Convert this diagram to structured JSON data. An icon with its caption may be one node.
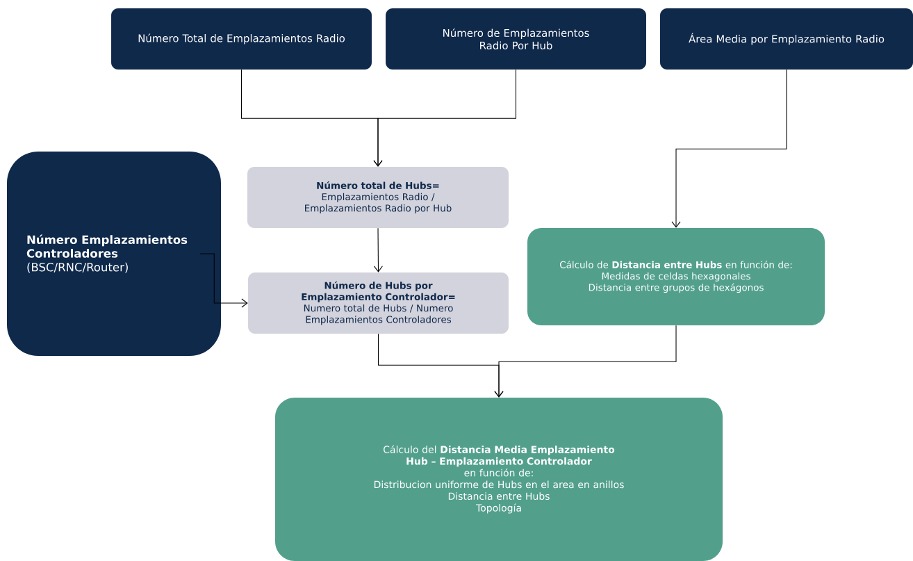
{
  "diagram": {
    "nodes": [
      {
        "text": [
          "Número Total de Emplazamientos Radio"
        ]
      },
      {
        "text": [
          "Número de Emplazamientos Radio Por Hub"
        ]
      },
      {
        "text": [
          "Área Media por Emplazamiento Radio"
        ]
      },
      {
        "text": [
          "Número Emplazamientos Controladores",
          "(BSC/RNC/Router)"
        ]
      },
      {
        "text": [
          "Número total de Hubs=",
          "Emplazamientos Radio / Emplazamientos Radio por Hub"
        ]
      },
      {
        "text": [
          "Número de Hubs por Emplazamiento Controlador=",
          "Numero total de Hubs / Numero Emplazamientos Controladores"
        ]
      },
      {
        "text": [
          "Cálculo de **Distancia entre Hubs** en función de:",
          "Medidas de celdas hexagonales",
          "Distancia entre grupos de hexágonos"
        ]
      },
      {
        "text": [
          "Cálculo del **Distancia Media Emplazamiento Hub – Emplazamiento Controlador**",
          "en función de:",
          "Distribucion uniforme de Hubs en el area en anillos",
          "Distancia entre Hubs",
          "Topología"
        ]
      }
    ],
    "edges": [
      {
        "from": 0,
        "to": 4,
        "arrow": "to"
      },
      {
        "from": 1,
        "to": 4,
        "arrow": "to"
      },
      {
        "from": 2,
        "to": 6,
        "arrow": "to"
      },
      {
        "from": 4,
        "to": 5,
        "arrow": "to"
      },
      {
        "from": 3,
        "to": 5,
        "arrow": "to"
      },
      {
        "from": 5,
        "to": 7,
        "arrow": "to"
      },
      {
        "from": 6,
        "to": 7,
        "arrow": "to"
      }
    ]
  }
}
